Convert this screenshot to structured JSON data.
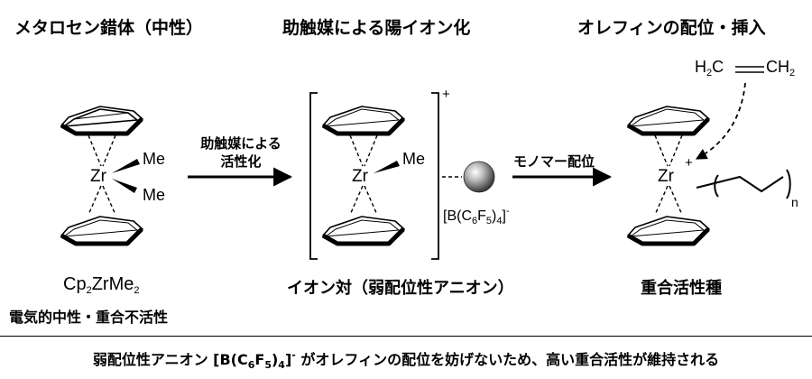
{
  "headers": {
    "metallocene": "メタロセン錯体（中性）",
    "activation": "助触媒による陽イオン化",
    "insertion": "オレフィンの配位・挿入"
  },
  "atoms": {
    "zr": "Zr",
    "me": "Me",
    "plus": "+"
  },
  "precatalyst": {
    "formula_cp": "Cp",
    "formula_sub1": "2",
    "formula_zrme": "ZrMe",
    "formula_sub2": "2",
    "note": "電気的中性・重合不活性"
  },
  "activation_step": {
    "line1": "助触媒による",
    "line2": "活性化"
  },
  "ion_pair": {
    "label": "イオン対（弱配位性アニオン）",
    "anion_a": "[B(C",
    "anion_b": "6",
    "anion_c": "F",
    "anion_d": "5",
    "anion_e": ")",
    "anion_f": "4",
    "anion_g": "]",
    "anion_charge": "-"
  },
  "coordination_step": {
    "label": "モノマー配位"
  },
  "monomer": {
    "h2c": "H",
    "h2c_sub": "2",
    "h2c_c": "C",
    "ch2_c": "CH",
    "ch2_sub": "2"
  },
  "active_species": {
    "label": "重合活性種",
    "chain_sub": "n"
  },
  "footer": {
    "part1": "弱配位性アニオン [B(C",
    "sub1": "6",
    "part2": "F",
    "sub2": "5",
    "part3": ")",
    "sub3": "4",
    "part4": "]",
    "sup": "-",
    "part5": " がオレフィンの配位を妨げないため、高い重合活性が維持される"
  }
}
